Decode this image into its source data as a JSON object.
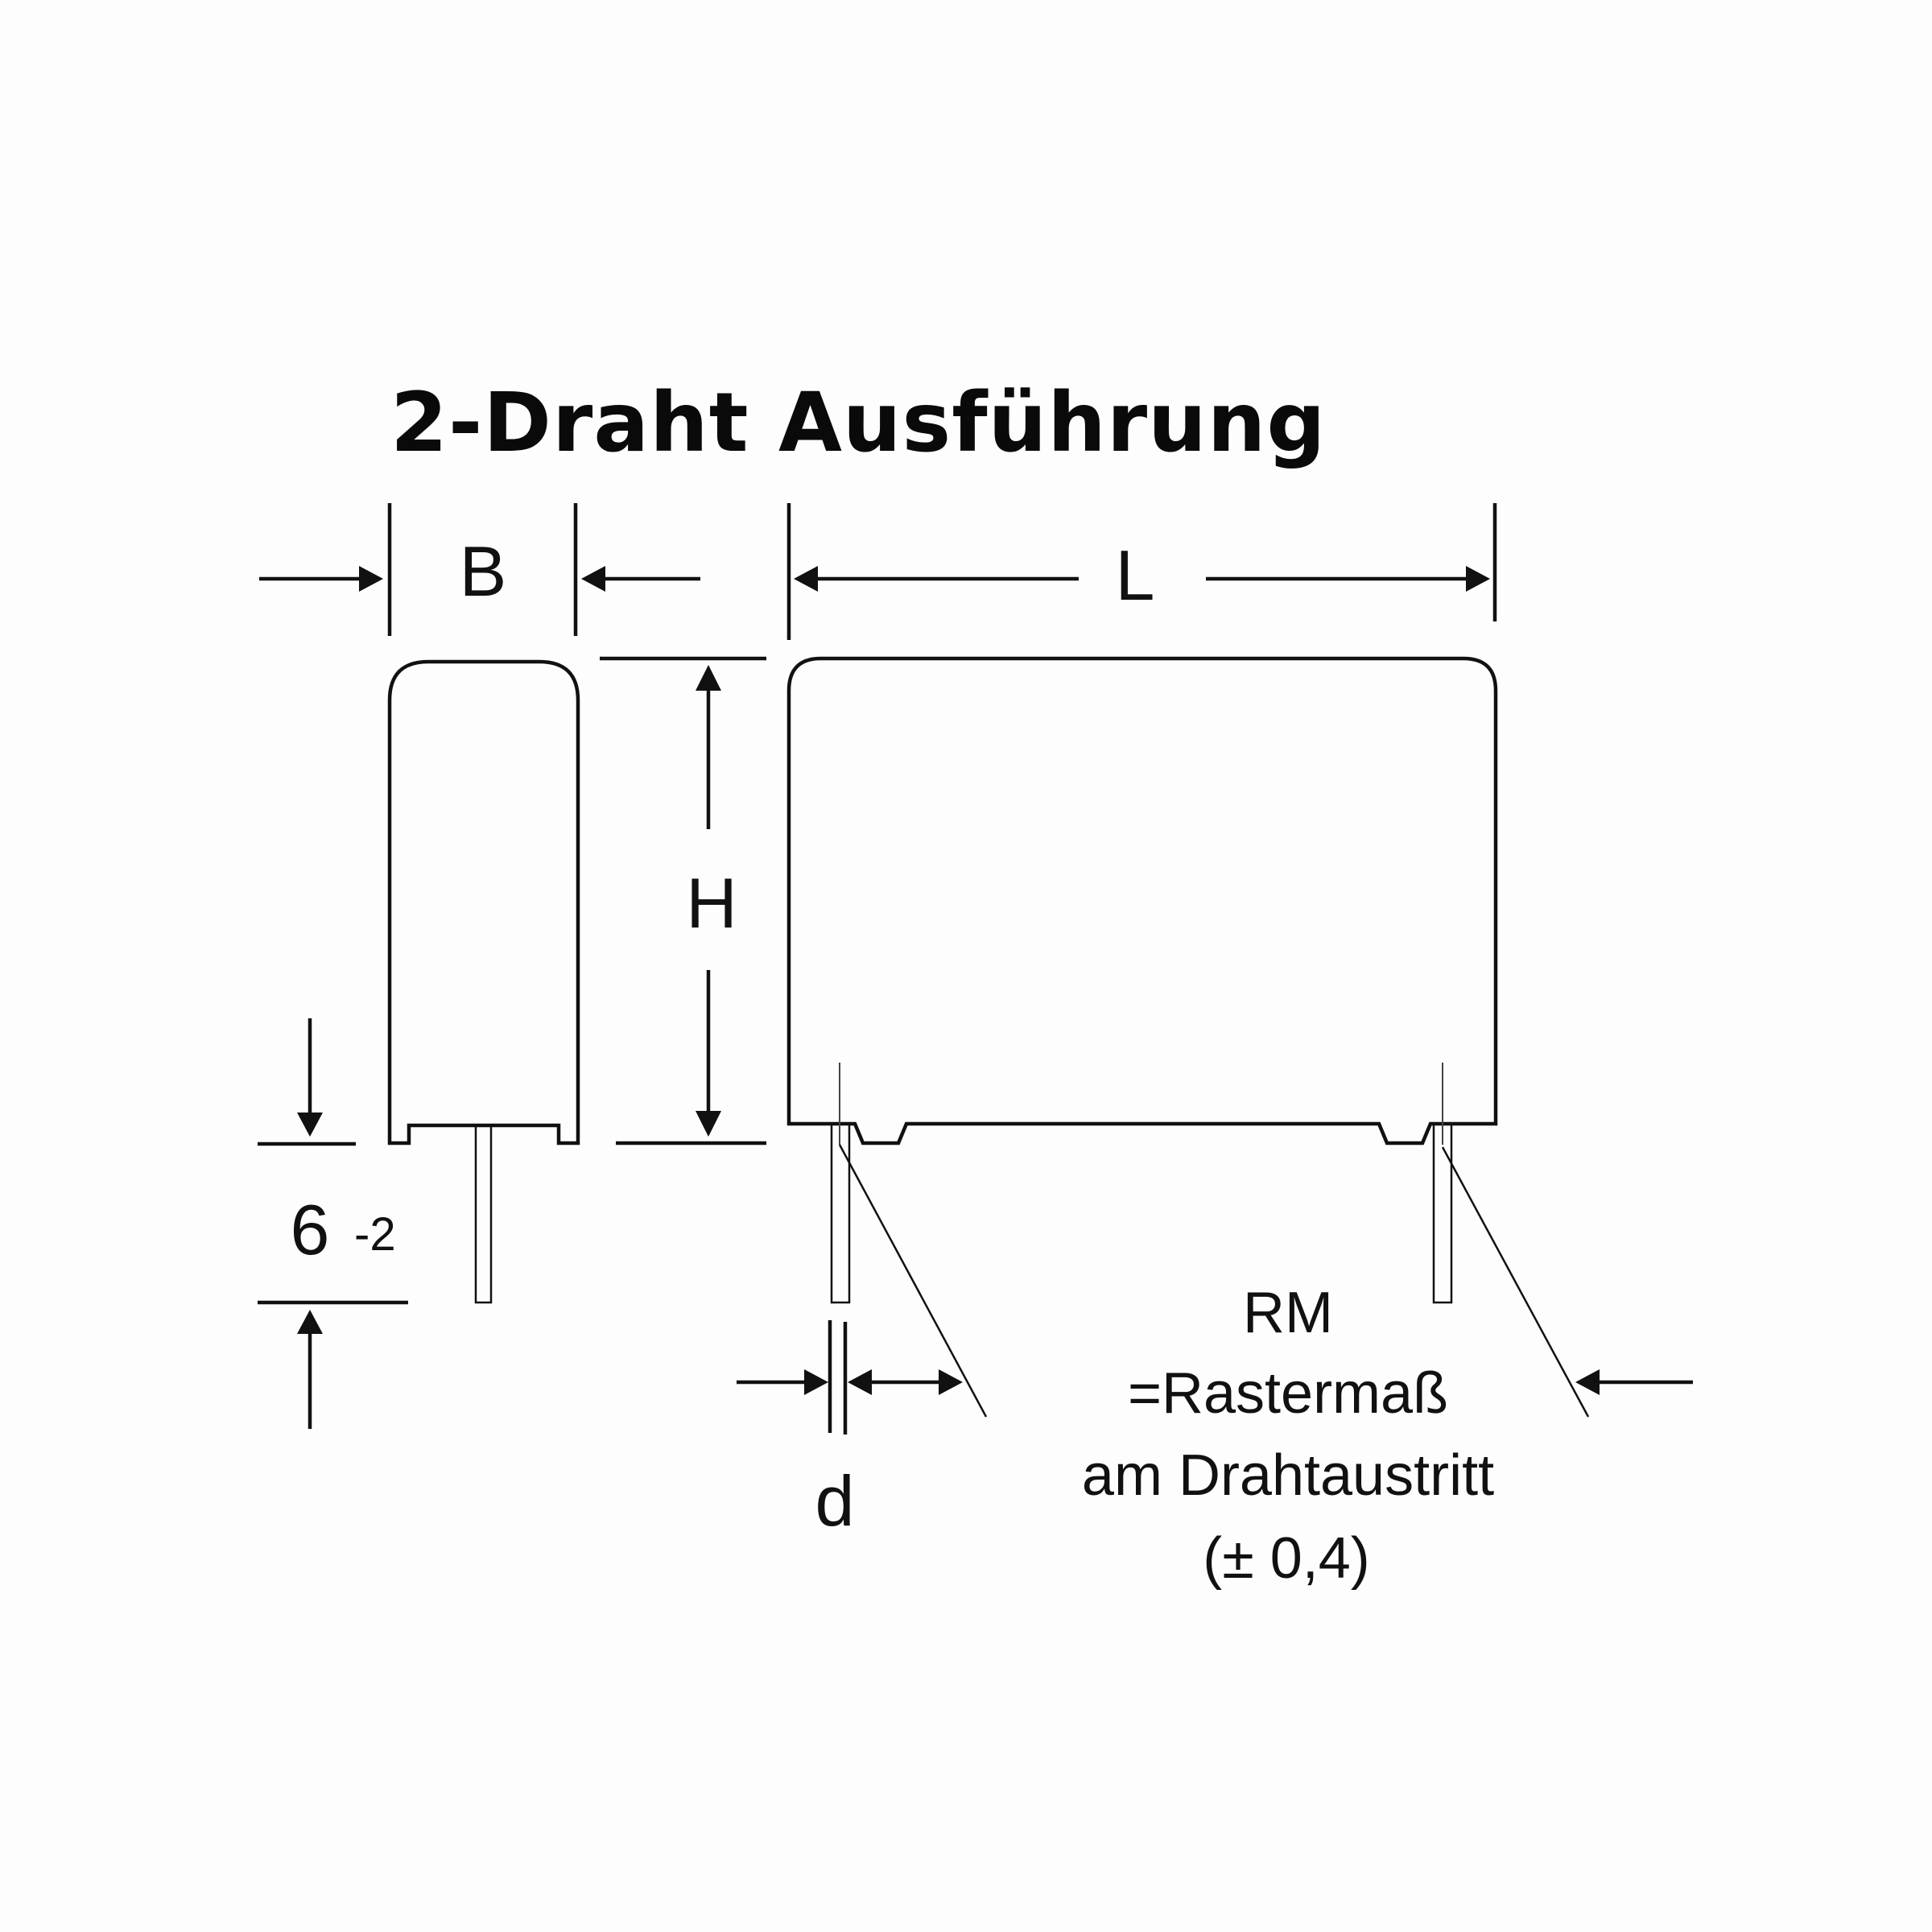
{
  "title": "2-Draht Ausführung",
  "dimensions": {
    "width_label": "B",
    "length_label": "L",
    "height_label": "H",
    "wire_diameter_label": "d",
    "lead_length_value": "6",
    "lead_length_tolerance": "-2"
  },
  "note": {
    "line1": "RM",
    "line2": "=Rastermaß",
    "line3": "am Drahtaustritt",
    "line4": "(± 0,4)"
  },
  "colors": {
    "line": "#111111",
    "background": "#fdfdfd"
  }
}
